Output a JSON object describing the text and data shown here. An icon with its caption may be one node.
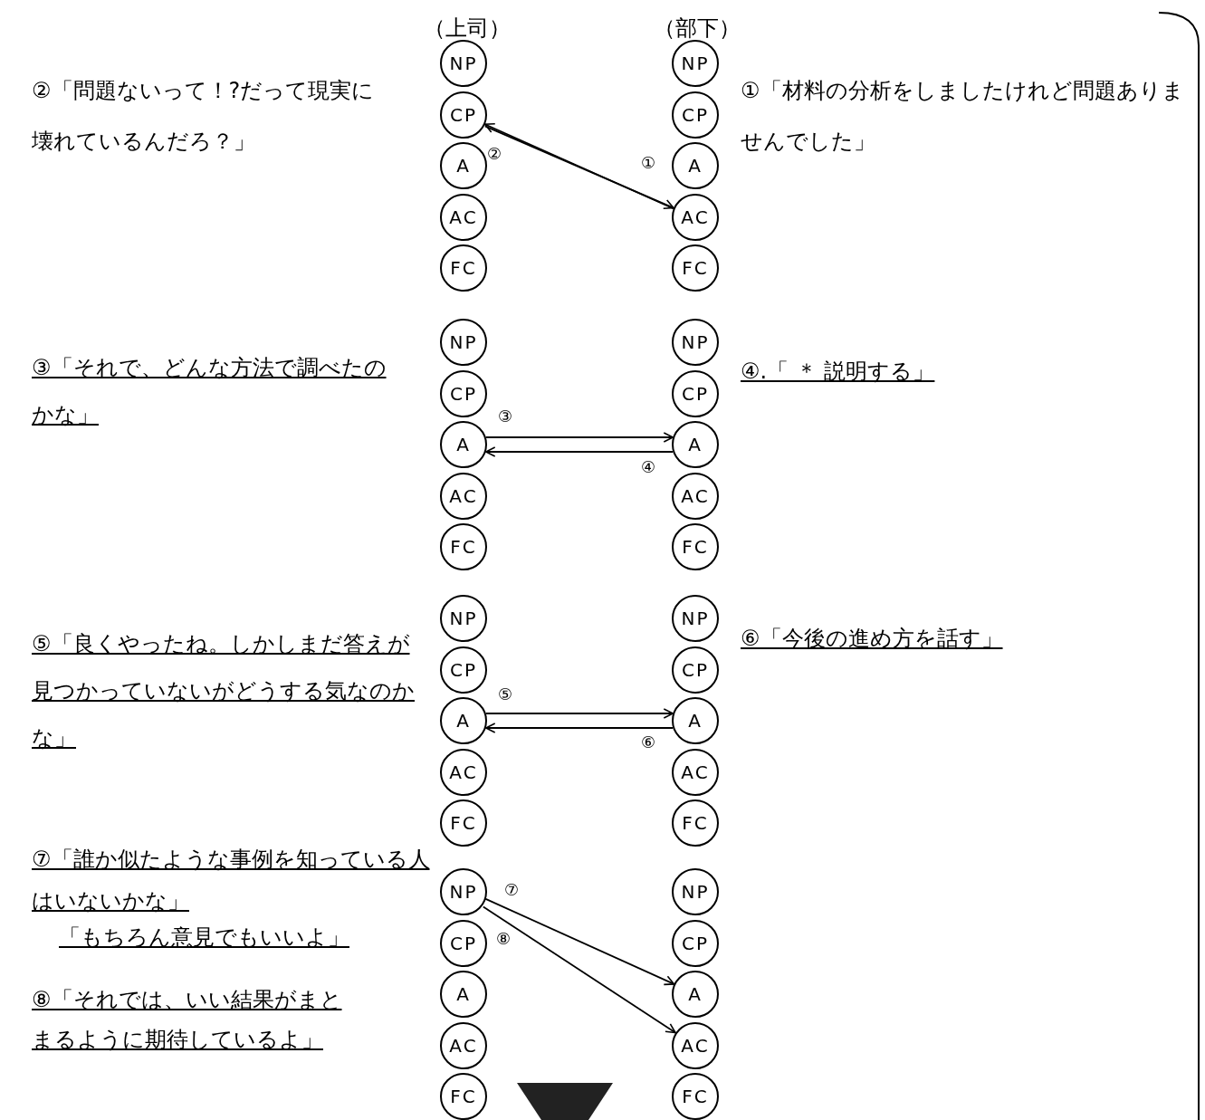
{
  "diagram": {
    "nodes": [
      {
        "text": [
          "NP"
        ]
      },
      {
        "text": [
          "CP"
        ]
      },
      {
        "text": [
          "A"
        ]
      },
      {
        "text": [
          "AC"
        ]
      },
      {
        "text": [
          "FC"
        ]
      },
      {
        "text": [
          "NP"
        ]
      },
      {
        "text": [
          "CP"
        ]
      },
      {
        "text": [
          "A"
        ]
      },
      {
        "text": [
          "AC"
        ]
      },
      {
        "text": [
          "FC"
        ]
      },
      {
        "text": [
          "NP"
        ]
      },
      {
        "text": [
          "CP"
        ]
      },
      {
        "text": [
          "A"
        ]
      },
      {
        "text": [
          "AC"
        ]
      },
      {
        "text": [
          "FC"
        ]
      },
      {
        "text": [
          "NP"
        ]
      },
      {
        "text": [
          "CP"
        ]
      },
      {
        "text": [
          "A"
        ]
      },
      {
        "text": [
          "AC"
        ]
      },
      {
        "text": [
          "FC"
        ]
      },
      {
        "text": [
          "NP"
        ]
      },
      {
        "text": [
          "CP"
        ]
      },
      {
        "text": [
          "A"
        ]
      },
      {
        "text": [
          "AC"
        ]
      },
      {
        "text": [
          "FC"
        ]
      },
      {
        "text": [
          "NP"
        ]
      },
      {
        "text": [
          "CP"
        ]
      },
      {
        "text": [
          "A"
        ]
      },
      {
        "text": [
          "AC"
        ]
      },
      {
        "text": [
          "FC"
        ]
      },
      {
        "text": [
          "NP"
        ]
      },
      {
        "text": [
          "CP"
        ]
      },
      {
        "text": [
          "A"
        ]
      },
      {
        "text": [
          "AC"
        ]
      },
      {
        "text": [
          "FC"
        ]
      },
      {
        "text": [
          "NP"
        ]
      },
      {
        "text": [
          "CP"
        ]
      },
      {
        "text": [
          "A"
        ]
      },
      {
        "text": [
          "AC"
        ]
      },
      {
        "text": [
          "FC"
        ]
      }
    ],
    "edges": [
      {
        "from": 8,
        "to": 1,
        "arrow": "to",
        "label": "①"
      },
      {
        "from": 1,
        "to": 8,
        "arrow": "to",
        "label": "②"
      },
      {
        "from": 12,
        "to": 17,
        "arrow": "to",
        "label": "③"
      },
      {
        "from": 17,
        "to": 12,
        "arrow": "to",
        "label": "④"
      },
      {
        "from": 22,
        "to": 27,
        "arrow": "to",
        "label": "⑤"
      },
      {
        "from": 27,
        "to": 22,
        "arrow": "to",
        "label": "⑥"
      },
      {
        "from": 30,
        "to": 37,
        "arrow": "to",
        "label": "⑦"
      },
      {
        "from": 30,
        "to": 38,
        "arrow": "to",
        "label": "⑧"
      }
    ],
    "labels": [
      "（上司）",
      "（部下）",
      "②「問題ないって！?だって現実に壊れているんだろ？」",
      "①「材料の分析をしましたけれど問題ありませんでした」",
      "③「それで、どんな方法で調べたのかな」",
      "④.「 ＊ 説明する」",
      "⑤「良くやったね。しかしまだ答えが見つかっていないがどうする気なのかな」",
      "⑥「今後の進め方を話す」",
      "⑦「誰か似たような事例を知っている人はいないかな」",
      "「もちろん意見でもいいよ」",
      "⑧「それでは、いい結果がまとまるように期待しているよ」"
    ]
  }
}
